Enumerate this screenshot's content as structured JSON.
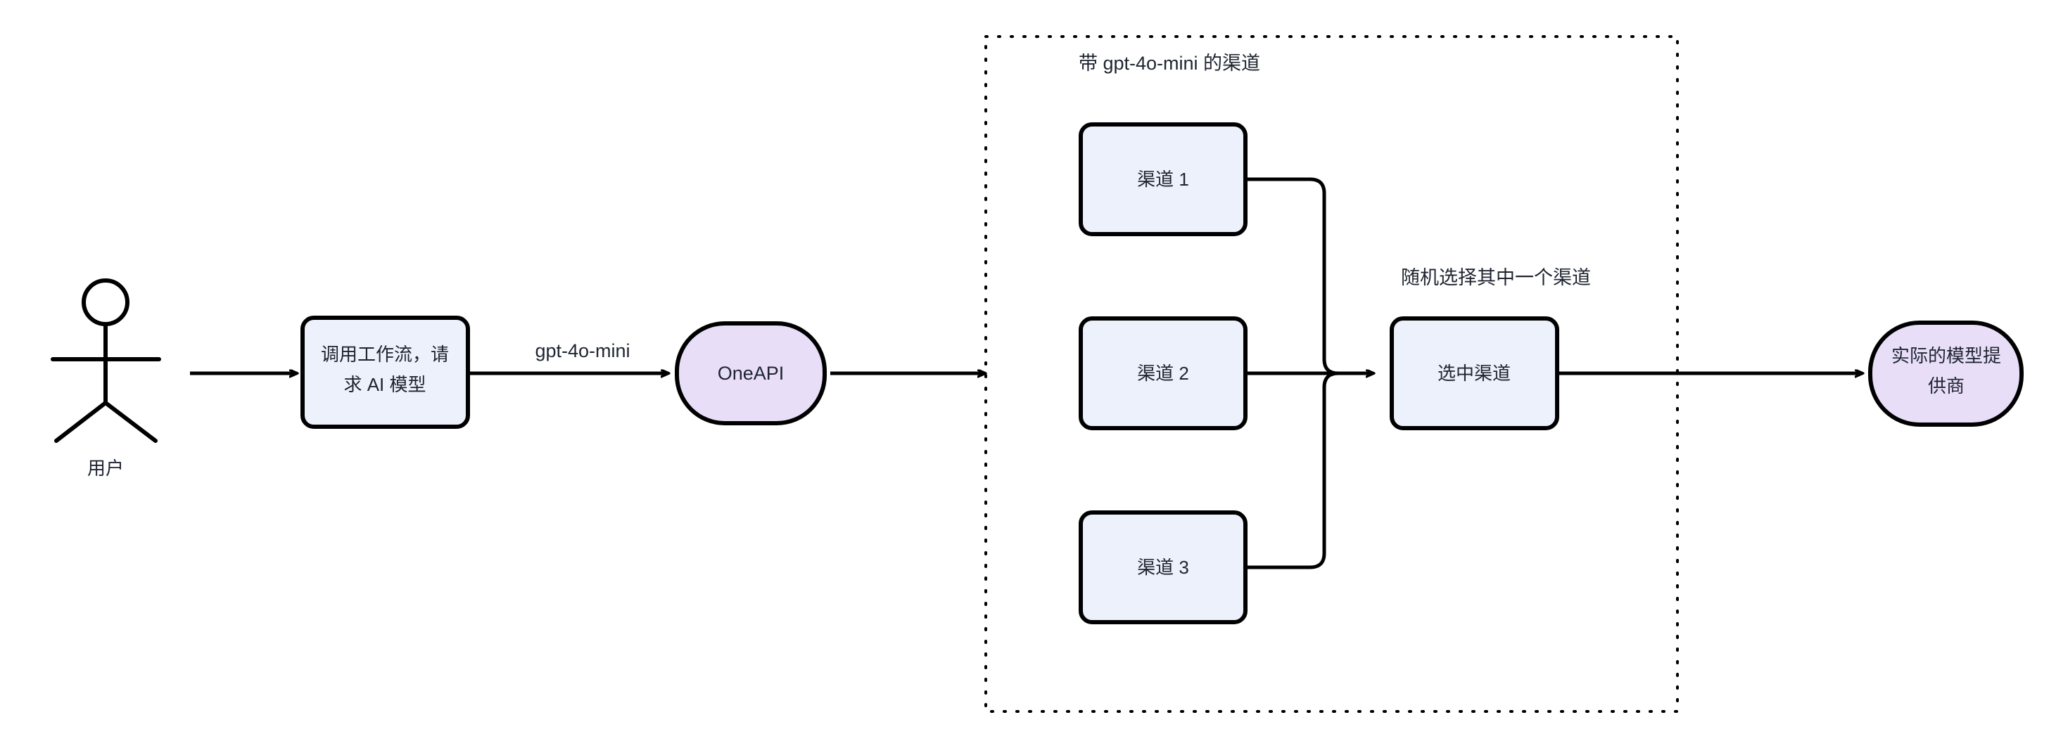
{
  "diagram": {
    "background_color": "#ffffff",
    "stroke_color": "#000000",
    "text_color": "#1f2430",
    "process_fill": "#ecf1fb",
    "terminator_fill": "#e8def8",
    "actor": {
      "name": "user-actor",
      "label": "用户"
    },
    "nodes": [
      {
        "id": "workflow",
        "shape": "rounded-rect",
        "fill": "#ecf1fb",
        "lines": [
          "调用工作流，请",
          "求 AI 模型"
        ]
      },
      {
        "id": "oneapi",
        "shape": "stadium",
        "fill": "#e8def8",
        "lines": [
          "OneAPI"
        ]
      },
      {
        "id": "channel-1",
        "shape": "rounded-rect",
        "fill": "#ecf1fb",
        "lines": [
          "渠道 1"
        ]
      },
      {
        "id": "channel-2",
        "shape": "rounded-rect",
        "fill": "#ecf1fb",
        "lines": [
          "渠道 2"
        ]
      },
      {
        "id": "channel-3",
        "shape": "rounded-rect",
        "fill": "#ecf1fb",
        "lines": [
          "渠道 3"
        ]
      },
      {
        "id": "selected-channel",
        "shape": "rounded-rect",
        "fill": "#ecf1fb",
        "lines": [
          "选中渠道"
        ]
      },
      {
        "id": "provider",
        "shape": "stadium",
        "fill": "#e8def8",
        "lines": [
          "实际的模型提",
          "供商"
        ]
      }
    ],
    "group": {
      "id": "gpt-4o-mini-channels-group",
      "title": "带 gpt-4o-mini 的渠道",
      "border_style": "dotted"
    },
    "edge_labels": {
      "user_to_workflow": "",
      "workflow_to_oneapi": "gpt-4o-mini",
      "channels_to_selected": "随机选择其中一个渠道",
      "selected_to_provider": ""
    }
  }
}
